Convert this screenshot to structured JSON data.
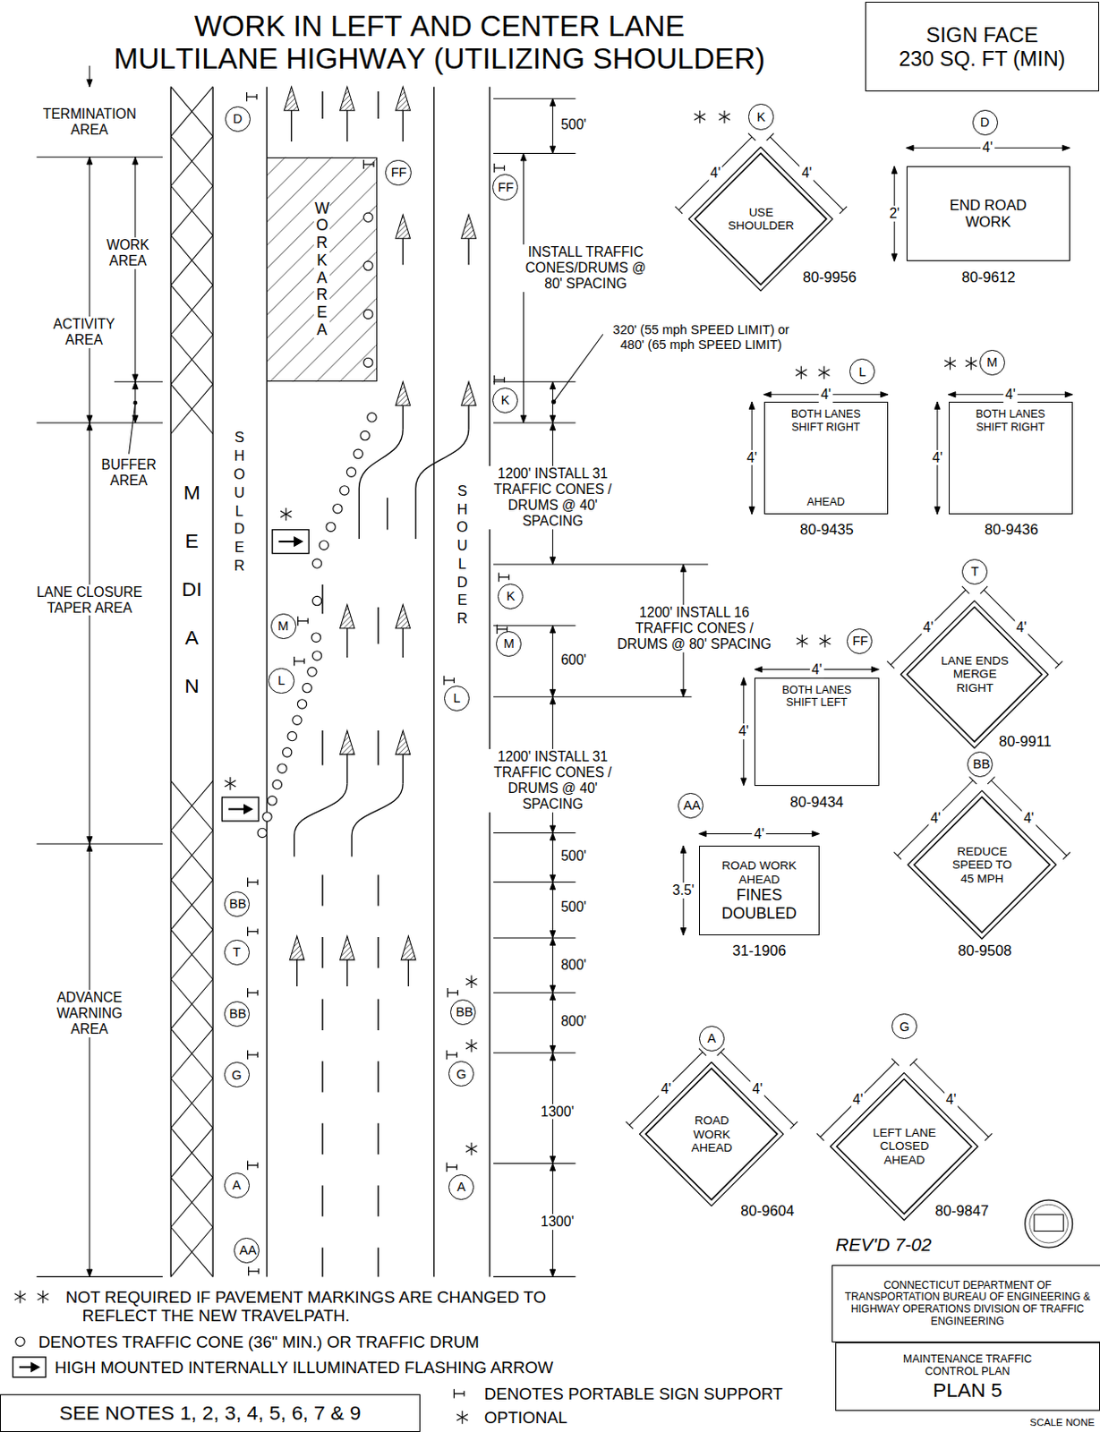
{
  "diagram": {
    "title": "WORK IN LEFT AND CENTER LANE MULTILANE HIGHWAY (UTILIZING SHOULDER)",
    "nodes": [
      {
        "text": [
          "SIGN FACE",
          "230 SQ. FT (MIN)"
        ]
      },
      {
        "text": [
          "K"
        ]
      },
      {
        "text": [
          "D"
        ]
      },
      {
        "text": [
          "D"
        ]
      },
      {
        "text": [
          "FF"
        ]
      },
      {
        "text": [
          "FF"
        ]
      },
      {
        "text": [
          "WORK AREA"
        ]
      },
      {
        "text": [
          "USE SHOULDER"
        ]
      },
      {
        "text": [
          "END ROAD WORK"
        ]
      },
      {
        "text": [
          "L"
        ]
      },
      {
        "text": [
          "M"
        ]
      },
      {
        "text": [
          "K"
        ]
      },
      {
        "text": [
          "BOTH LANES SHIFT RIGHT",
          "AHEAD"
        ]
      },
      {
        "text": [
          "BOTH LANES SHIFT RIGHT"
        ]
      },
      {
        "text": [
          "T"
        ]
      },
      {
        "text": [
          "K"
        ]
      },
      {
        "text": [
          "M"
        ]
      },
      {
        "text": [
          "FF"
        ]
      },
      {
        "text": [
          "M"
        ]
      },
      {
        "text": [
          "LANE ENDS MERGE RIGHT"
        ]
      },
      {
        "text": [
          "L"
        ]
      },
      {
        "text": [
          "BOTH LANES SHIFT LEFT"
        ]
      },
      {
        "text": [
          "L"
        ]
      },
      {
        "text": [
          "BB"
        ]
      },
      {
        "text": [
          "AA"
        ]
      },
      {
        "text": [
          "ROAD WORK AHEAD",
          "FINES DOUBLED"
        ]
      },
      {
        "text": [
          "REDUCE SPEED TO 45 MPH"
        ]
      },
      {
        "text": [
          "BB"
        ]
      },
      {
        "text": [
          "T"
        ]
      },
      {
        "text": [
          "BB"
        ]
      },
      {
        "text": [
          "BB"
        ]
      },
      {
        "text": [
          "G"
        ]
      },
      {
        "text": [
          "A"
        ]
      },
      {
        "text": [
          "G"
        ]
      },
      {
        "text": [
          "G"
        ]
      },
      {
        "text": [
          "ROAD WORK AHEAD"
        ]
      },
      {
        "text": [
          "LEFT LANE CLOSED AHEAD"
        ]
      },
      {
        "text": [
          "A"
        ]
      },
      {
        "text": [
          "A"
        ]
      },
      {
        "text": [
          "AA"
        ]
      },
      {
        "text": [
          "CONNECTICUT DEPARTMENT OF TRANSPORTATION BUREAU OF ENGINEERING & HIGHWAY OPERATIONS DIVISION OF TRAFFIC ENGINEERING"
        ]
      },
      {
        "text": [
          "MAINTENANCE TRAFFIC CONTROL PLAN",
          "PLAN 5"
        ]
      },
      {
        "text": [
          "SEE NOTES 1, 2, 3, 4, 5, 6, 7 & 9"
        ]
      }
    ],
    "labels": [
      "TERMINATION AREA",
      "WORK AREA",
      "ACTIVITY AREA",
      "BUFFER AREA",
      "LANE CLOSURE TAPER AREA",
      "ADVANCE WARNING AREA",
      "MEDIAN",
      "SHOULDER",
      "SHOULDER",
      "500'",
      "INSTALL TRAFFIC CONES/DRUMS @ 80' SPACING",
      "320' (55 mph SPEED LIMIT) or 480' (65 mph SPEED LIMIT)",
      "1200' INSTALL 31 TRAFFIC CONES / DRUMS @ 40' SPACING",
      "1200' INSTALL 16 TRAFFIC CONES / DRUMS @ 80' SPACING",
      "600'",
      "1200' INSTALL 31 TRAFFIC CONES / DRUMS @ 40' SPACING",
      "500'",
      "500'",
      "800'",
      "800'",
      "1300'",
      "1300'",
      "4'",
      "4'",
      "80-9956",
      "4'",
      "2'",
      "80-9612",
      "4'",
      "4'",
      "80-9435",
      "4'",
      "4'",
      "80-9436",
      "4'",
      "4'",
      "4'",
      "4'",
      "80-9911",
      "80-9434",
      "4'",
      "3.5'",
      "4'",
      "4'",
      "31-1906",
      "80-9508",
      "4'",
      "4'",
      "4'",
      "4'",
      "80-9604",
      "80-9847",
      "REV'D 7-02",
      "SCALE NONE"
    ],
    "legend": [
      {
        "text": "NOT REQUIRED IF PAVEMENT MARKINGS ARE CHANGED TO REFLECT THE NEW TRAVELPATH."
      },
      {
        "text": "DENOTES TRAFFIC CONE (36\" MIN.) OR TRAFFIC DRUM"
      },
      {
        "text": "HIGH MOUNTED INTERNALLY ILLUMINATED FLASHING ARROW"
      },
      {
        "text": "DENOTES PORTABLE SIGN SUPPORT"
      },
      {
        "text": "OPTIONAL"
      }
    ]
  }
}
